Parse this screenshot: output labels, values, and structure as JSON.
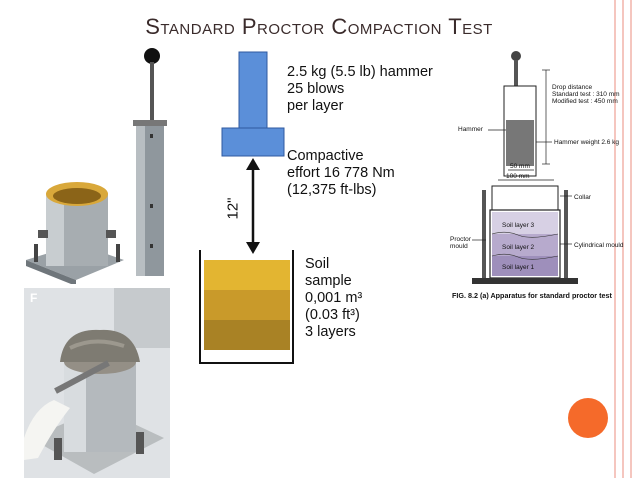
{
  "title": "Standard Proctor Compaction Test",
  "diagram": {
    "hammer_text": [
      "2.5 kg (5.5 lb) hammer",
      "25 blows",
      "per layer"
    ],
    "effort_text": [
      "Compactive",
      "effort 16 778 Nm",
      "(12,375 ft-lbs)"
    ],
    "drop_label": "12\"",
    "soil_text": [
      "Soil",
      "sample",
      "0,001 m³",
      "(0.03 ft³)",
      "3 layers"
    ]
  },
  "photo_labels": {
    "photo_f": "F"
  },
  "figure": {
    "drop_distance": "Drop distance",
    "standard_test": "Standard test : 310  mm",
    "modified_test": "Modified test : 450 mm",
    "hammer": "Hammer",
    "hammer_weight": "Hammer weight 2.6 kg",
    "dim_50": "50 mm",
    "dim_100": "100 mm",
    "collar": "Collar",
    "soil_layer_3": "Soil layer 3",
    "soil_layer_2": "Soil layer 2",
    "soil_layer_1": "Soil layer 1",
    "proctor_mould": [
      "Proctor",
      "mould"
    ],
    "cylindrical_mould": "Cylindrical mould",
    "caption": "FIG. 8.2  (a) Apparatus for standard proctor test"
  },
  "colors": {
    "hammer_blue": "#5b8fd9",
    "soil_top": "#e3b531",
    "soil_mid": "#c99a2a",
    "soil_bottom": "#a98225",
    "accent_orange": "#f56a2a",
    "stripe_pink": "#f5c6bf"
  }
}
